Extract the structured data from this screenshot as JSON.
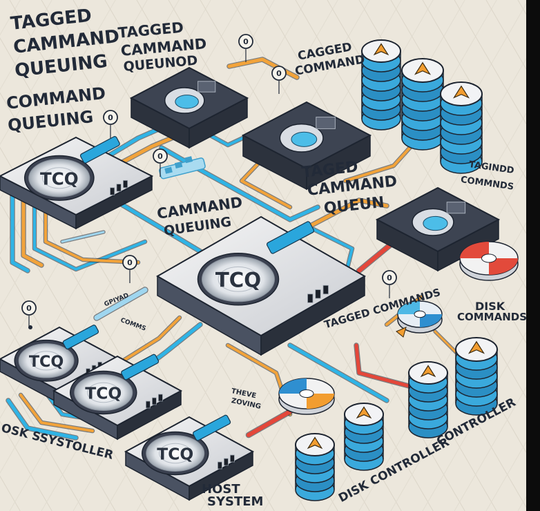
{
  "labels": {
    "title_1": "TAGGED",
    "title_2": "CAMMAND",
    "title_3": "QUEUING",
    "title_4": "COMMAND",
    "title_5": "QUEUING",
    "top_tagged": "TAGGED",
    "top_cammand": "CAMMAND",
    "top_queunod": "QUEUNOD",
    "cagged": "CAGGED",
    "command": "COMMAND",
    "taged": "TAGED",
    "cammand_mid": "CAMMAND",
    "queun": "QUEUN",
    "tagindd": "TAGINDD",
    "commnds": "COMMNDS",
    "cammand_low": "CAMMAND",
    "queuing_low": "QUEUING",
    "tagged_commands": "TAGGED COMMANDS",
    "disk": "DISK",
    "commands_right": "COMMANDS",
    "disk_controller": "DISK CONTROLLER",
    "controller": "CONTROLLER",
    "host": "HOST",
    "system": "SYSTEM",
    "osk_system": "OSK SSYSTOLLER",
    "small_a": "THEVE",
    "small_b": "ZOVING",
    "small_c": "GPIYAD",
    "small_d": "COMMS"
  },
  "drives": [
    {
      "name": "drive-tcq-left",
      "label": "TCQ"
    },
    {
      "name": "drive-tcq-center",
      "label": "TCQ"
    },
    {
      "name": "drive-tcq-bottom-left",
      "label": "TCQ"
    },
    {
      "name": "drive-tcq-bottom-mid",
      "label": "TCQ"
    },
    {
      "name": "drive-tcq-bottom",
      "label": "TCQ"
    }
  ],
  "badges": [
    "0",
    "0",
    "0",
    "0",
    "0",
    "0",
    "0"
  ],
  "colors": {
    "background": "#ece7dc",
    "cable_blue": "#2fb4e6",
    "cable_orange": "#f2a33a",
    "cable_red": "#e4473a",
    "ink": "#222a38",
    "case_dark": "#3a414f",
    "star_orange": "#f29d30"
  }
}
